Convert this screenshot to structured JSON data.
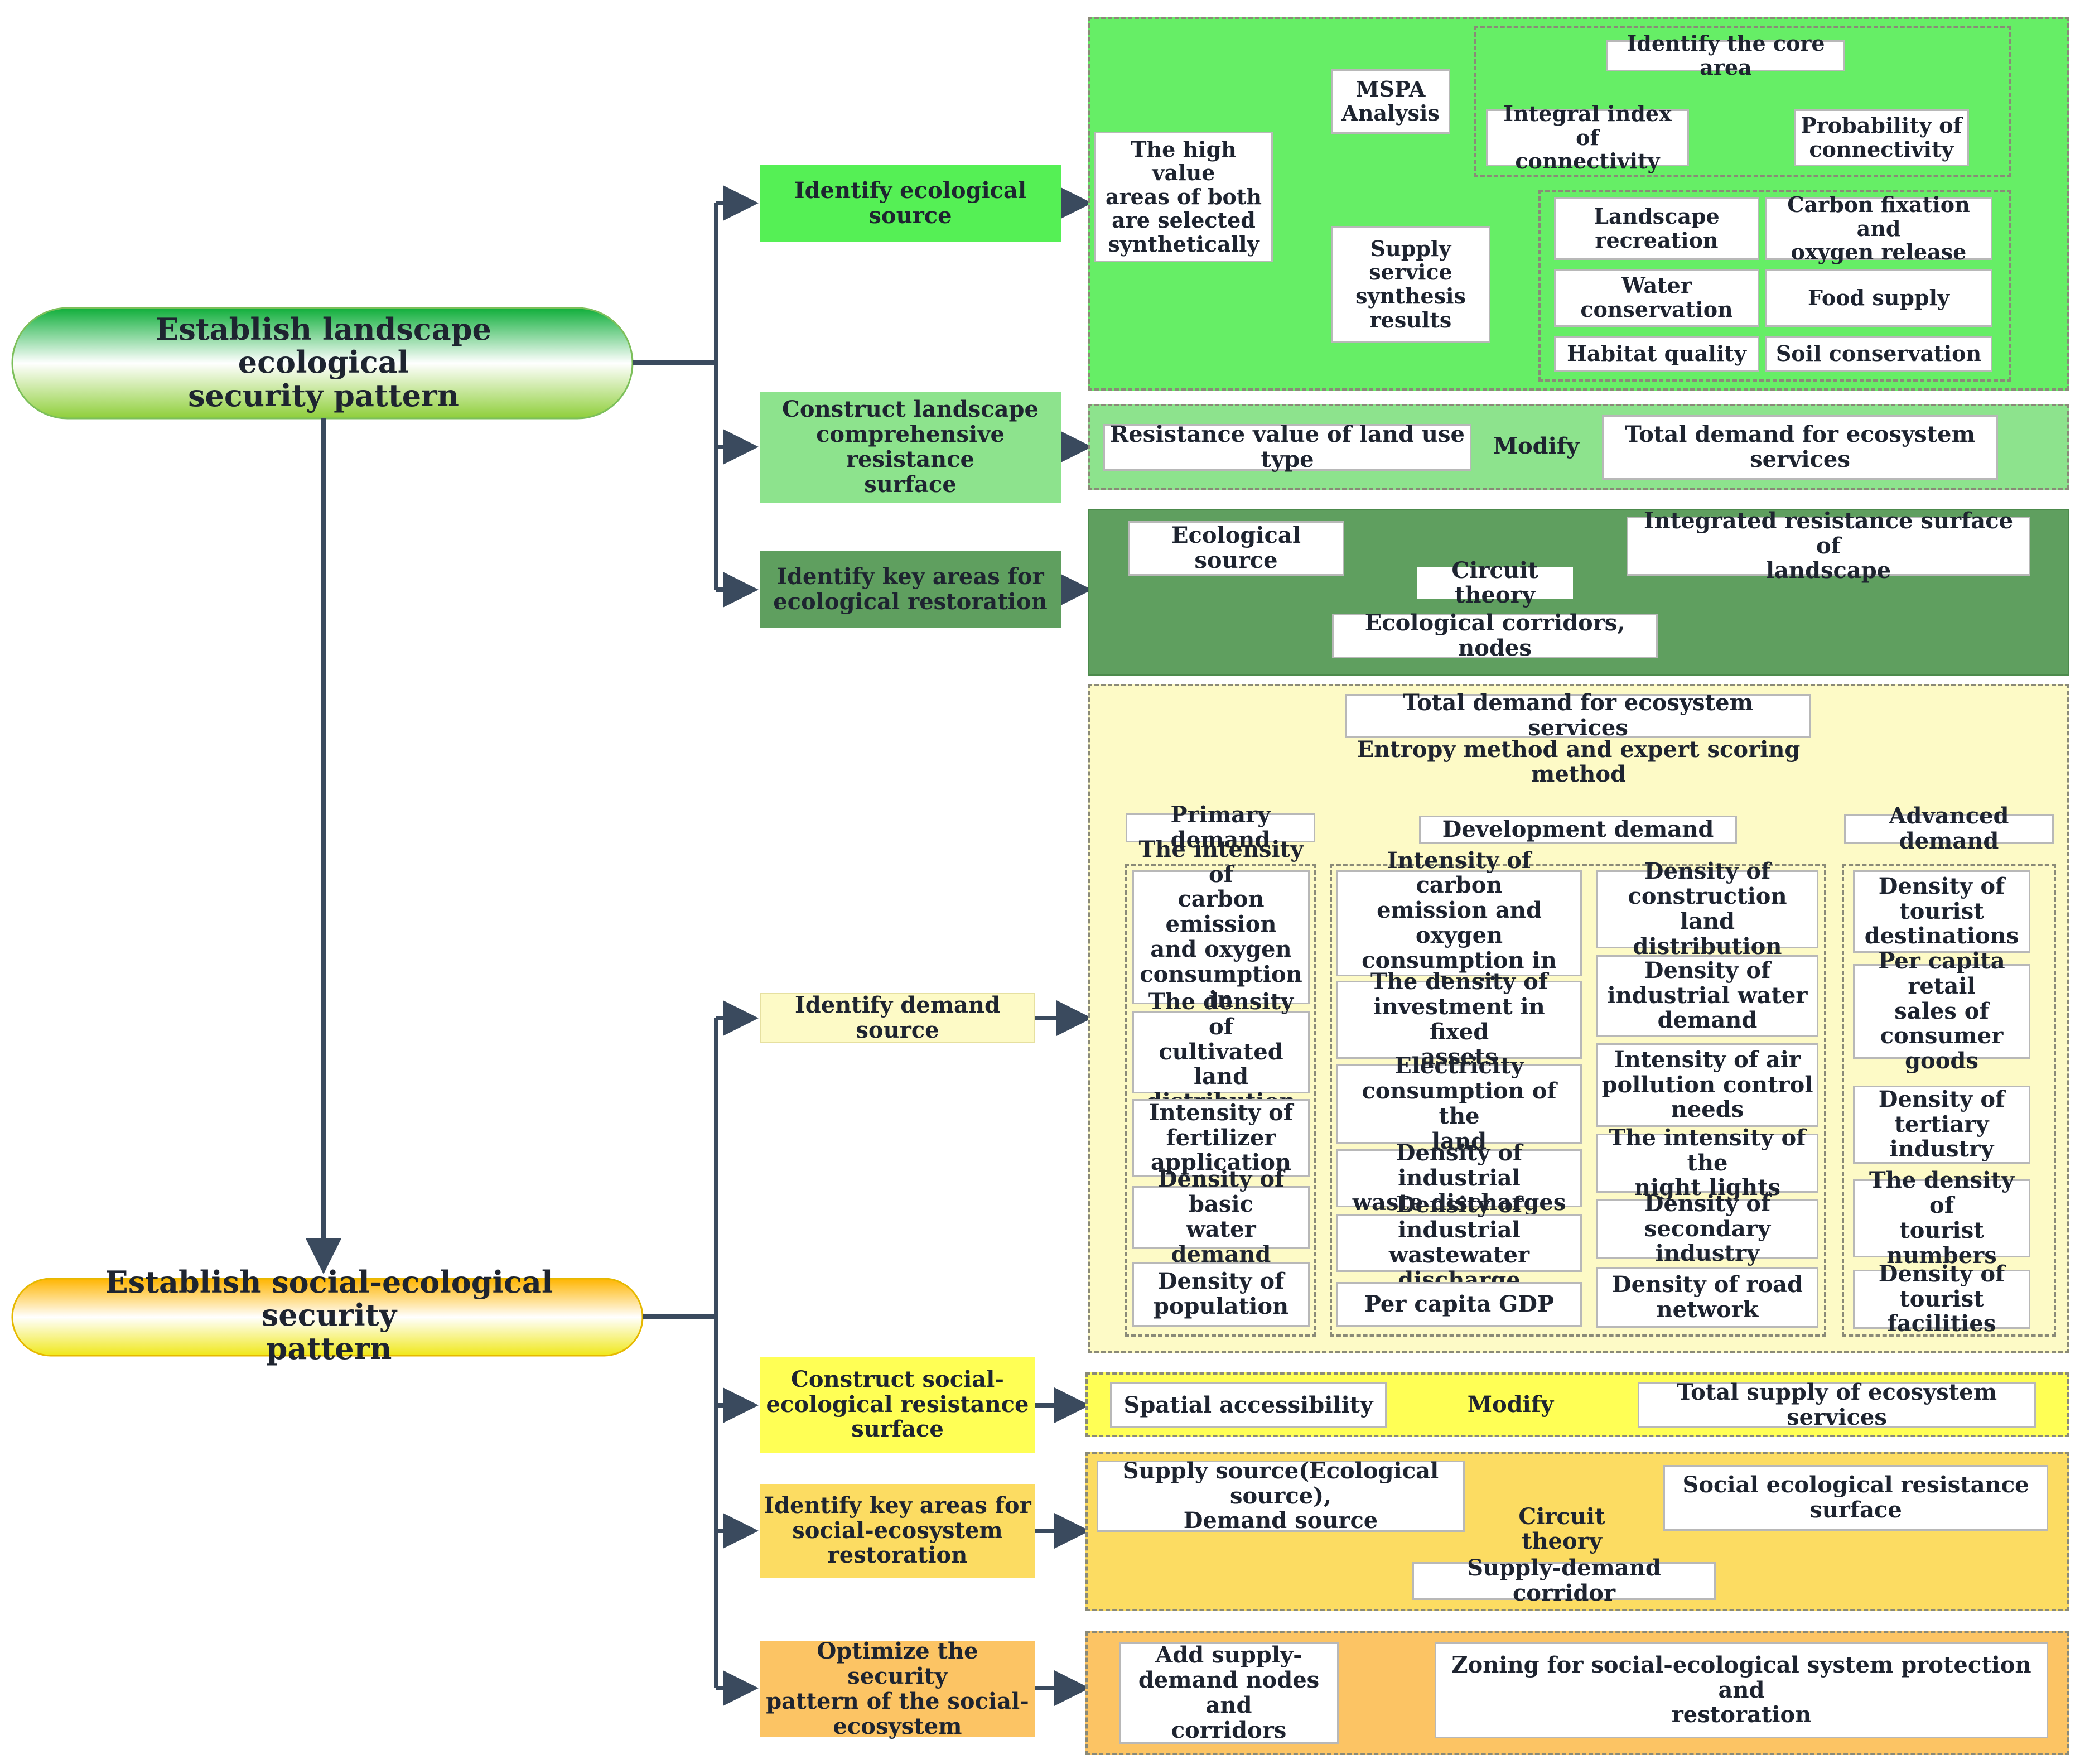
{
  "landscape": {
    "title": "Establish landscape ecological\nsecurity pattern",
    "step1": {
      "label": "Identify  ecological source",
      "selected": "The high value\nareas of both\nare selected\nsynthetically",
      "mspa": "MSPA\nAnalysis",
      "core_area": "Identify the core area",
      "integral_index": "Integral index of\nconnectivity",
      "probability": "Probability of\nconnectivity",
      "supply_synthesis": "Supply\nservice\nsynthesis\nresults",
      "services": [
        "Landscape\nrecreation",
        "Carbon fixation and\noxygen release",
        "Water\nconservation",
        "Food supply",
        "Habitat quality",
        "Soil conservation"
      ]
    },
    "step2": {
      "label": "Construct landscape\ncomprehensive resistance\nsurface",
      "resistance_value": "Resistance value of land use type",
      "modify": "Modify",
      "total_demand": "Total demand for ecosystem services"
    },
    "step3": {
      "label": "Identify key areas for\necological restoration",
      "eco_source": "Ecological source",
      "integrated_surface": "Integrated resistance surface of\nlandscape",
      "circuit": "Circuit theory",
      "corridors": "Ecological corridors, nodes"
    }
  },
  "social": {
    "title": "Establish  social-ecological security\npattern",
    "demand": {
      "label": "Identify demand source",
      "total": "Total demand for ecosystem services",
      "method": "Entropy method and expert scoring method",
      "primary": {
        "title": "Primary demand",
        "items": [
          "The intensity of\ncarbon emission\nand oxygen\nconsumption in\nlife",
          "The density of\ncultivated land\ndistribution",
          "Intensity of\nfertilizer\napplication",
          "Density of basic\nwater demand",
          "Density of\npopulation"
        ]
      },
      "development": {
        "title": "Development demand",
        "left": [
          "Intensity of carbon\nemission and oxygen\nconsumption in\nproduction",
          "The density of\ninvestment in fixed\nassets",
          "Electricity\nconsumption of the\nland",
          "Density of industrial\nwaste discharges",
          "Density of industrial\nwastewater discharge",
          "Per capita GDP"
        ],
        "right": [
          "Density of\nconstruction land\ndistribution",
          "Density of\nindustrial water\ndemand",
          "Intensity of air\npollution control\nneeds",
          "The intensity of the\nnight lights",
          "Density of\nsecondary industry",
          "Density of road\nnetwork"
        ]
      },
      "advanced": {
        "title": "Advanced demand",
        "items": [
          "Density of\ntourist\ndestinations",
          "Per capita retail\nsales of\nconsumer goods",
          "Density of\ntertiary\nindustry",
          "The density of\ntourist numbers",
          "Density of\ntourist facilities"
        ]
      }
    },
    "resistance": {
      "label": "Construct  social-\necological resistance\nsurface",
      "accessibility": "Spatial accessibility",
      "modify": "Modify",
      "total_supply": "Total supply of ecosystem services"
    },
    "restoration": {
      "label": "Identify key areas for\nsocial-ecosystem\nrestoration",
      "supply_source": "Supply source(Ecological source),\nDemand source",
      "social_surface": "Social ecological resistance surface",
      "circuit": "Circuit theory",
      "corridor": "Supply-demand corridor"
    },
    "optimize": {
      "label": "Optimize the security\npattern of the social-\necosystem",
      "add_nodes": "Add supply-\ndemand nodes and\ncorridors",
      "zoning": "Zoning for social-ecological system protection and\nrestoration"
    }
  },
  "colors": {
    "connector": "#3a4a5e",
    "green_bright": "#55f055",
    "green_panel": "#66ee66",
    "green_light": "#8de38d",
    "green_dark": "#5f9f5f",
    "yellow_pale": "#fdfac6",
    "yellow_bright": "#ffff55",
    "gold": "#fcdc62",
    "orange": "#fcc464"
  }
}
